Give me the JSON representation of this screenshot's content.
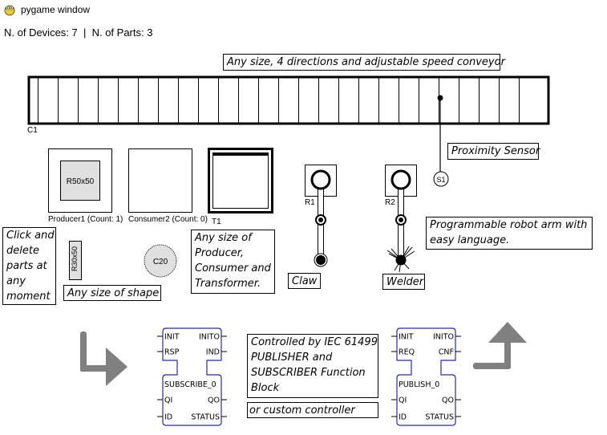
{
  "window": {
    "title": "pygame window",
    "icon": "pygame-snake-icon"
  },
  "status": {
    "text": "N. of Devices: 7  |  N. of Parts: 3",
    "devices": 7,
    "parts": 3
  },
  "conveyor": {
    "id": "C1",
    "slat_count": 25
  },
  "sensor": {
    "id": "S1"
  },
  "devices": {
    "producer": {
      "label": "Producer1 (Count: 1)",
      "part_label": "R50x50",
      "count": 1
    },
    "consumer": {
      "label": "Consumer2 (Count: 0)",
      "count": 0
    },
    "transformer": {
      "label": "T1"
    }
  },
  "robots": [
    {
      "id": "R1",
      "tool": "claw"
    },
    {
      "id": "R2",
      "tool": "welder"
    }
  ],
  "parts": [
    {
      "label": "R30x50",
      "shape": "rectangle"
    },
    {
      "label": "C20",
      "shape": "circle"
    }
  ],
  "notes": {
    "conveyor": "Any size, 4 directions and adjustable speed conveyor",
    "sensor": "Proximity Sensor",
    "robot": [
      "Programmable robot arm with",
      "easy language."
    ],
    "parts_click": [
      "Click and",
      "delete",
      "parts at",
      "any",
      "moment"
    ],
    "shape": "Any size of shape",
    "devices": [
      "Any size of",
      "Producer,",
      "Consumer and",
      "Transformer."
    ],
    "claw": "Claw",
    "welder": "Welder",
    "controller": [
      "Controlled by IEC 61499",
      "PUBLISHER and",
      "SUBSCRIBER Function",
      "Block"
    ],
    "custom": "or custom controller"
  },
  "function_blocks": {
    "subscriber": {
      "name": "SUBSCRIBE_0",
      "inputs_top": [
        "INIT",
        "RSP"
      ],
      "outputs_top": [
        "INITO",
        "IND"
      ],
      "inputs_bottom": [
        "QI",
        "ID"
      ],
      "outputs_bottom": [
        "QO",
        "STATUS"
      ]
    },
    "publisher": {
      "name": "PUBLISH_0",
      "inputs_top": [
        "INIT",
        "REQ"
      ],
      "outputs_top": [
        "INITO",
        "CNF"
      ],
      "inputs_bottom": [
        "QI",
        "ID"
      ],
      "outputs_bottom": [
        "QO",
        "STATUS"
      ]
    }
  },
  "colors": {
    "fb_border": "#2a2a9a",
    "arrow": "#808080",
    "part_fill": "#e0e0e0"
  }
}
